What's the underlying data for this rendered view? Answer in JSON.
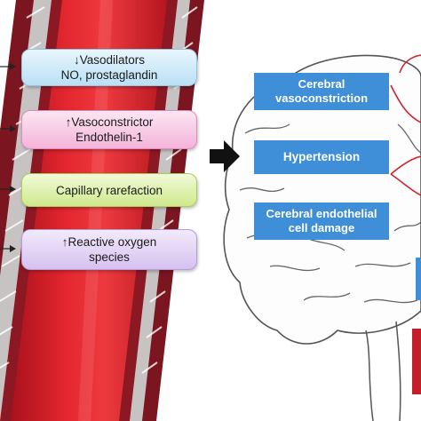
{
  "left_boxes": {
    "vasodilators": {
      "line1": "↓Vasodilators",
      "line2": "NO, prostaglandin"
    },
    "vasoconstrictor": {
      "line1": "↑Vasoconstrictor",
      "line2": "Endothelin-1"
    },
    "capillary": {
      "line1": "Capillary rarefaction"
    },
    "ros": {
      "line1": "↑Reactive oxygen",
      "line2": "species"
    }
  },
  "right_boxes": {
    "cerebral_vasoconstriction": {
      "line1": "Cerebral",
      "line2": "vasoconstriction"
    },
    "hypertension": {
      "line1": "Hypertension"
    },
    "endothelial_damage": {
      "line1": "Cerebral endothelial",
      "line2": "cell damage"
    }
  },
  "colors": {
    "vessel": "#d9222c",
    "vessel_wall": "#7a1520",
    "label_blue": "#3f8fd8",
    "brain_outline": "#555555",
    "brain_vessel": "#d2222e"
  }
}
